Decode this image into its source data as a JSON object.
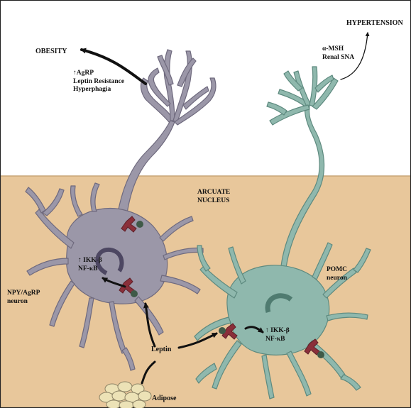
{
  "labels": {
    "obesity": "OBESITY",
    "hypertension": "HYPERTENSION",
    "agrp_effects": [
      "↑AgRP",
      "Leptin Resistance",
      "Hyperphagia"
    ],
    "pomc_effects": [
      "α-MSH",
      "Renal SNA"
    ],
    "arcuate_nucleus": [
      "ARCUATE",
      "NUCLEUS"
    ],
    "npy_inflammation": [
      "↑ IKK-β",
      "NF-κB"
    ],
    "pomc_inflammation": [
      "↑ IKK-β",
      "NF-κB"
    ],
    "npy_neuron": [
      "NPY/AgRP",
      "neuron"
    ],
    "pomc_neuron": [
      "POMC",
      "neuron"
    ],
    "leptin": "Leptin",
    "adipose": "Adipose"
  },
  "colors": {
    "background_upper": "#ffffff",
    "arcuate_tissue": "#e8c79b",
    "npy_neuron": "#9b97a8",
    "pomc_neuron": "#8fb8ad",
    "receptor": "#8a2f3a",
    "leptin_ball": "#3f5a48",
    "adipocyte": "#ece2b6",
    "arrow": "#111111"
  }
}
